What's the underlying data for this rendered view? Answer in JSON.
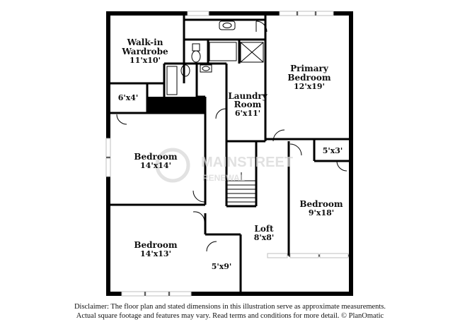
{
  "rooms": {
    "walk_in": {
      "line1": "Walk-in",
      "line2": "Wardrobe",
      "dim": "11'x10'"
    },
    "primary": {
      "line1": "Primary",
      "line2": "Bedroom",
      "dim": "12'x19'"
    },
    "closet_6x4": {
      "dim": "6'x4'"
    },
    "laundry": {
      "line1": "Laundry",
      "line2": "Room",
      "dim": "6'x11'"
    },
    "bedroom_left_top": {
      "name": "Bedroom",
      "dim": "14'x14'"
    },
    "closet_5x3": {
      "dim": "5'x3'"
    },
    "bedroom_right": {
      "name": "Bedroom",
      "dim": "9'x18'"
    },
    "loft": {
      "name": "Loft",
      "dim": "8'x8'"
    },
    "bedroom_left_bottom": {
      "name": "Bedroom",
      "dim": "14'x13'"
    },
    "closet_5x9": {
      "dim": "5'x9'"
    }
  },
  "watermark": {
    "line1": "MAINSTREET",
    "line2": "RENEWAL"
  },
  "disclaimer": {
    "line1": "Disclaimer: The floor plan and stated dimensions in this illustration serve as approximate measurements.",
    "line2": "Actual square footage and features may vary. Read terms and conditions for more detail. © PlanOmatic"
  },
  "colors": {
    "wall": "#000000",
    "window": "#bfbfbf",
    "background": "#ffffff"
  }
}
